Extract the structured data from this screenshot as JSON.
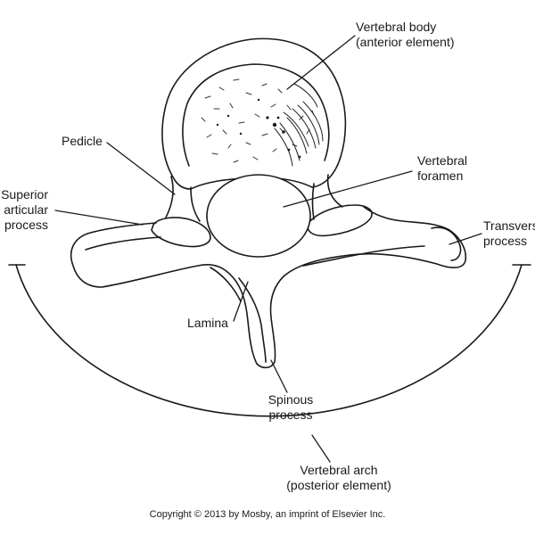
{
  "labels": {
    "vertebral_body": [
      "Vertebral body",
      "(anterior element)"
    ],
    "pedicle": "Pedicle",
    "superior_articular_process": [
      "Superior",
      "articular",
      "process"
    ],
    "vertebral_foramen": [
      "Vertebral",
      "foramen"
    ],
    "transverse_process": [
      "Transverse",
      "process"
    ],
    "lamina": "Lamina",
    "spinous_process": [
      "Spinous",
      "process"
    ],
    "vertebral_arch": [
      "Vertebral arch",
      "(posterior element)"
    ]
  },
  "copyright": "Copyright © 2013 by Mosby, an imprint of Elsevier Inc.",
  "colors": {
    "ink": "#1a1a1a",
    "background": "#ffffff"
  }
}
